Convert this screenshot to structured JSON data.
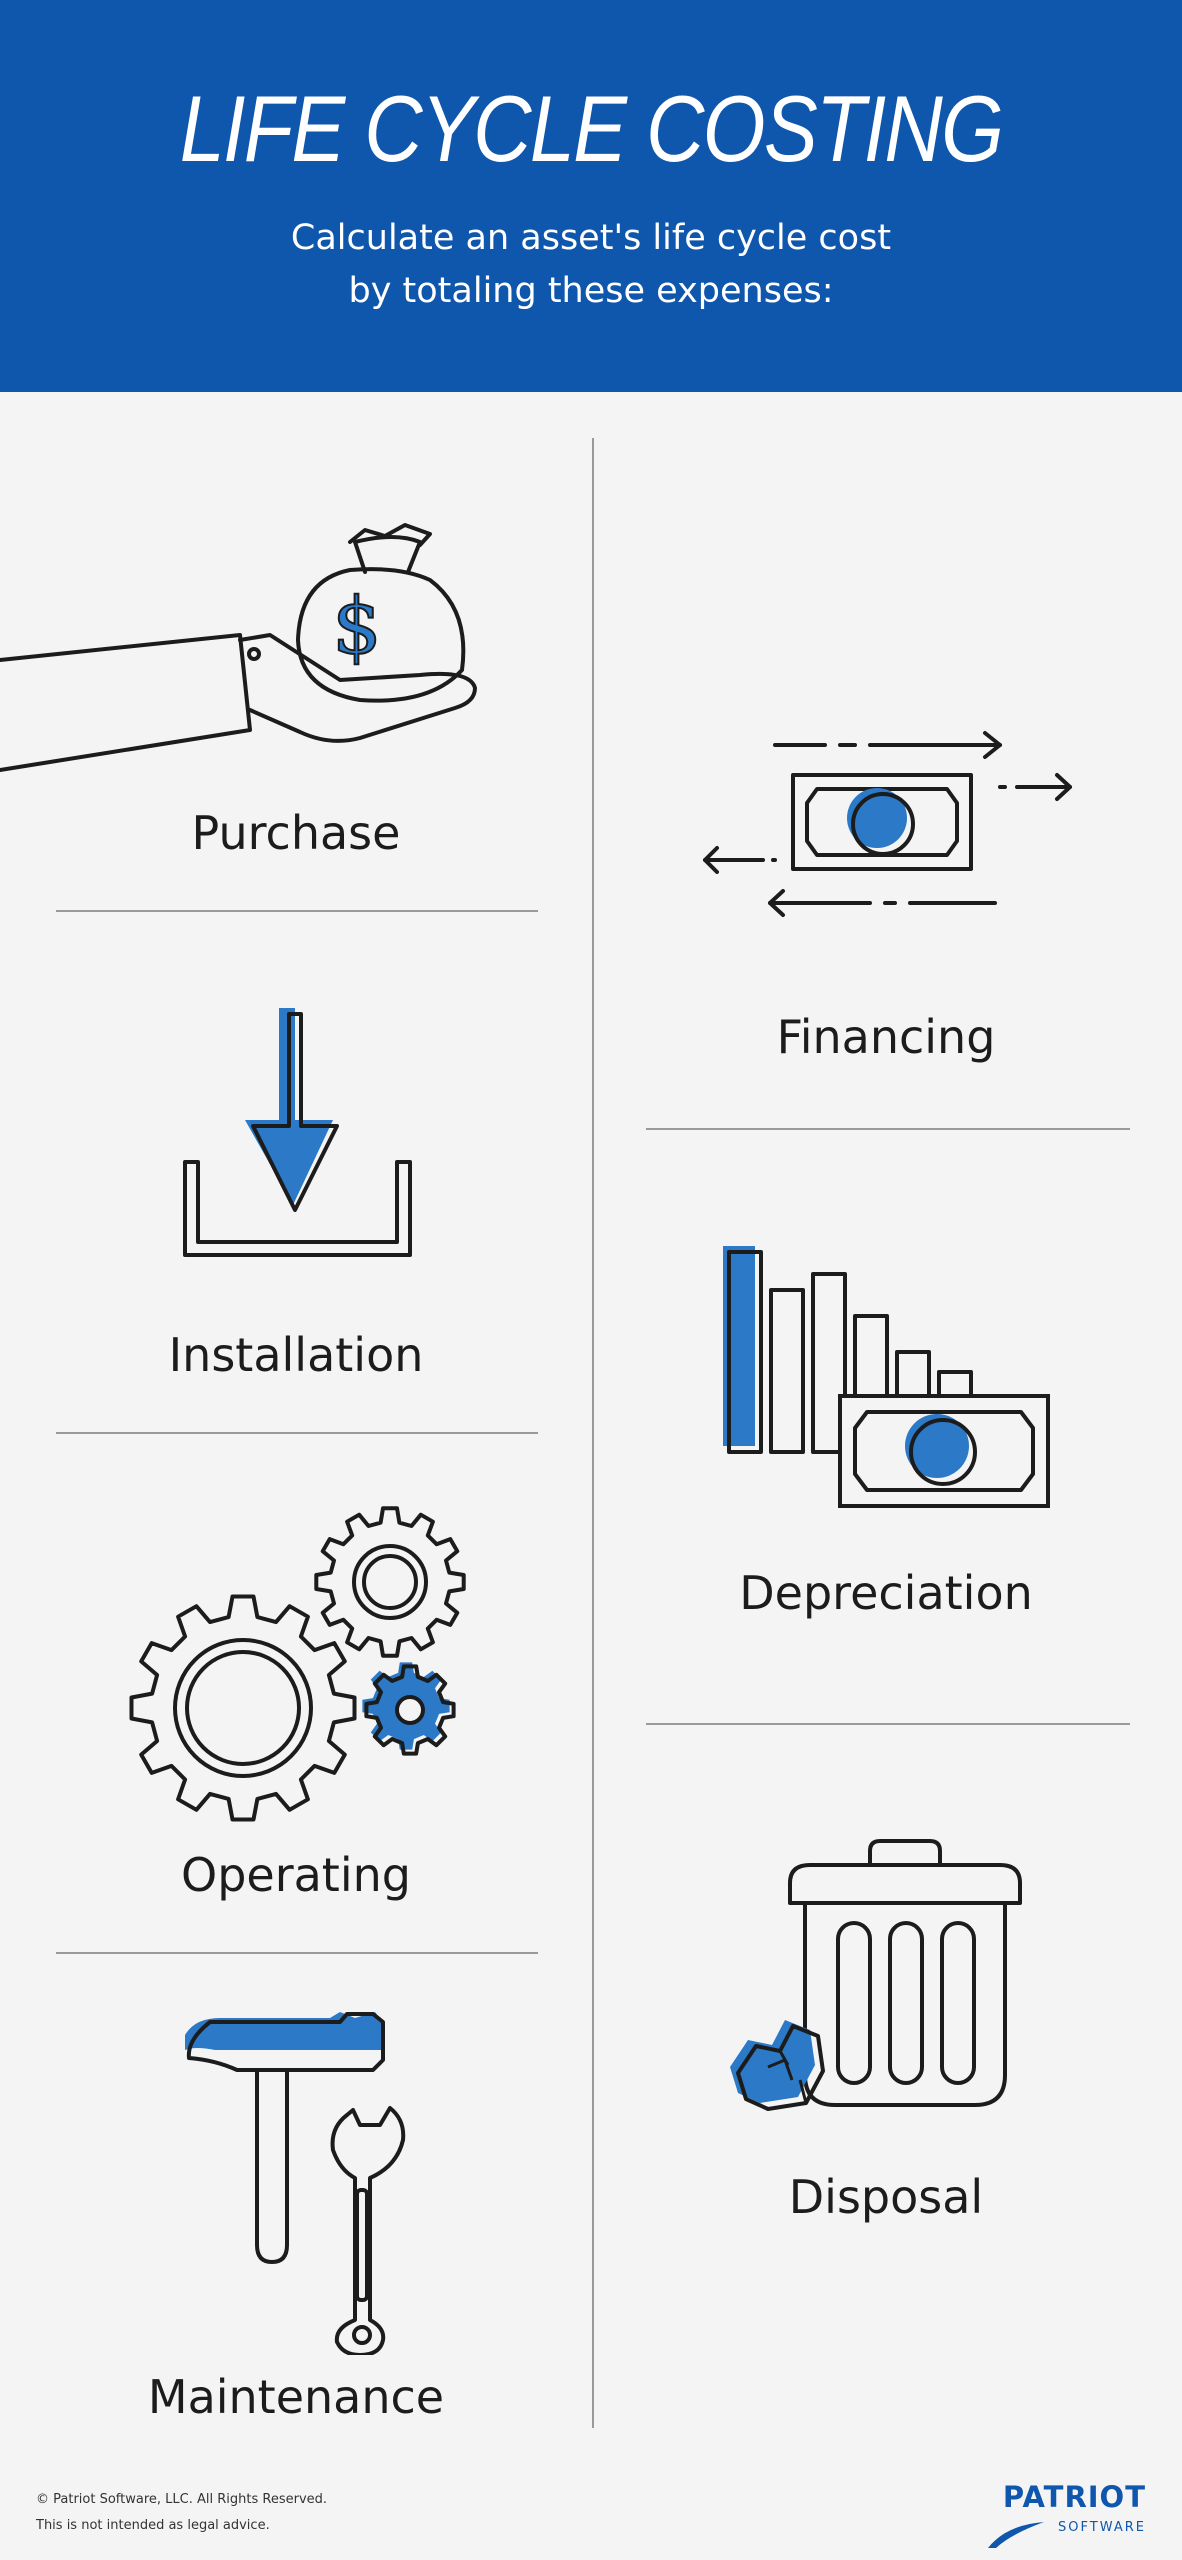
{
  "header": {
    "title": "LIFE CYCLE COSTING",
    "subtitle_line1": "Calculate an asset's life cycle cost",
    "subtitle_line2": "by totaling these expenses:"
  },
  "items": {
    "purchase": "Purchase",
    "installation": "Installation",
    "operating": "Operating",
    "maintenance": "Maintenance",
    "financing": "Financing",
    "depreciation": "Depreciation",
    "disposal": "Disposal"
  },
  "footer": {
    "copyright": "© Patriot Software, LLC. All Rights Reserved.",
    "disclaimer": "This is not intended as legal advice.",
    "logo_name": "PATRIOT",
    "logo_sub": "SOFTWARE"
  },
  "colors": {
    "header_blue": "#0f56ad",
    "accent_blue": "#2b79c7",
    "background": "#f4f4f4"
  }
}
